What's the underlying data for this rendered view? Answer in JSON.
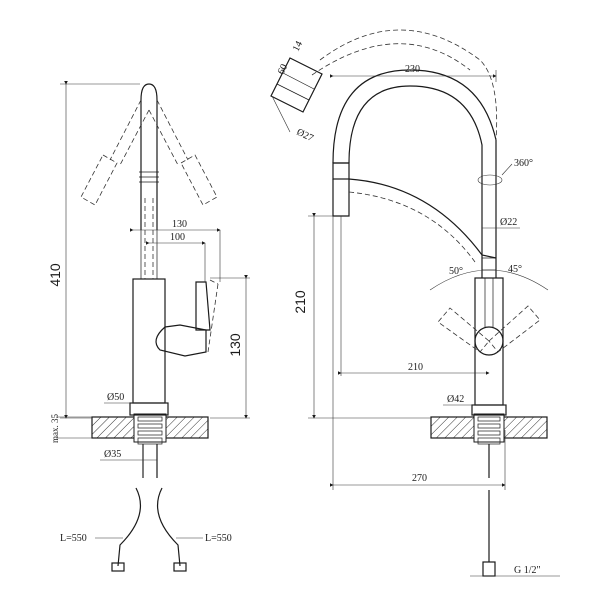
{
  "left_view": {
    "height_total": "410",
    "handle_reach_130": "130",
    "handle_reach_100": "100",
    "body_height": "130",
    "base_diameter": "Ø50",
    "max_thickness": "max. 35",
    "thread_diameter": "Ø35",
    "hose_left": "L=550",
    "hose_right": "L=550"
  },
  "right_view": {
    "spout_reach": "230",
    "nozzle_length": "60",
    "nozzle_width": "14",
    "nozzle_diameter": "Ø27",
    "rotation": "360°",
    "spout_diameter": "Ø22",
    "angle_left": "50°",
    "angle_right": "45°",
    "spout_height": "210",
    "spout_offset": "210",
    "base_diameter": "Ø42",
    "total_reach": "270",
    "connection": "G 1/2\""
  }
}
